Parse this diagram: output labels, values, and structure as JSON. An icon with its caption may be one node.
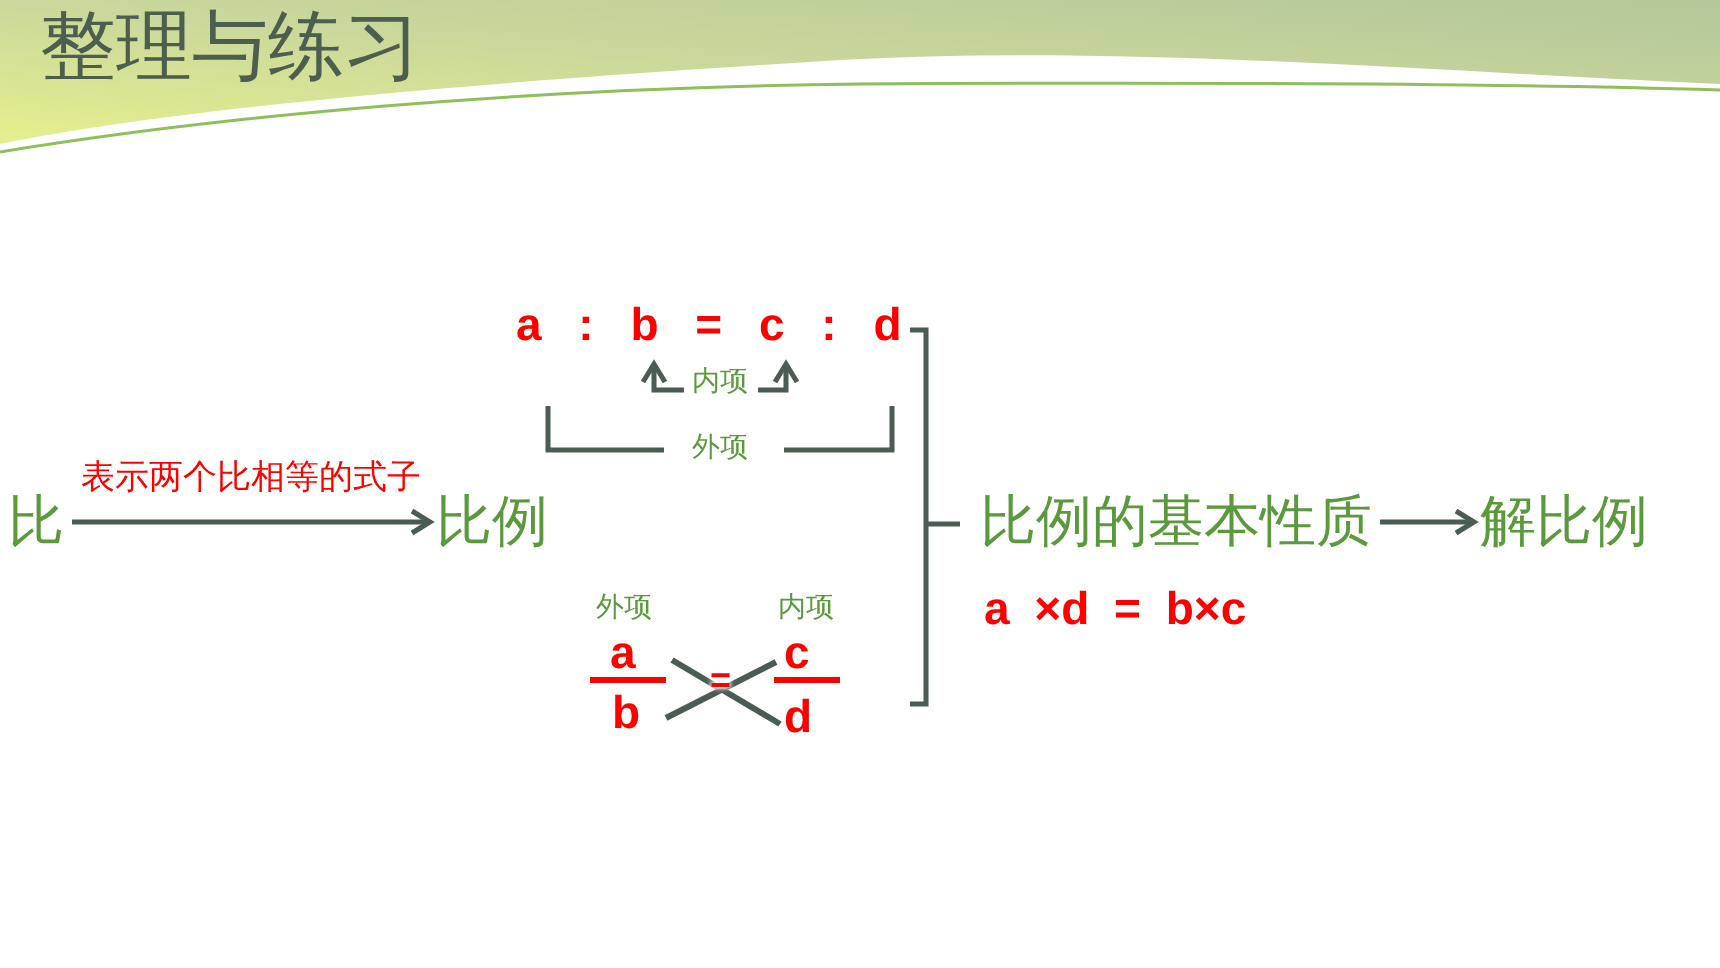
{
  "diagram": {
    "title": "整理与练习",
    "nodes": [
      {
        "text": [
          "比"
        ]
      },
      {
        "text": [
          "比例"
        ]
      },
      {
        "text": [
          "比例的基本性质"
        ]
      },
      {
        "text": [
          "解比例"
        ]
      }
    ],
    "edges": [
      {
        "from": 0,
        "to": 1,
        "arrow": "to",
        "label": "表示两个比相等的式子"
      },
      {
        "from": 2,
        "to": 3,
        "arrow": "to"
      }
    ],
    "labels": [
      "a : b = c : d",
      "内项",
      "外项",
      "外项",
      "内项",
      "a",
      "b",
      "=",
      "c",
      "d",
      "a ×d = b×c"
    ]
  }
}
